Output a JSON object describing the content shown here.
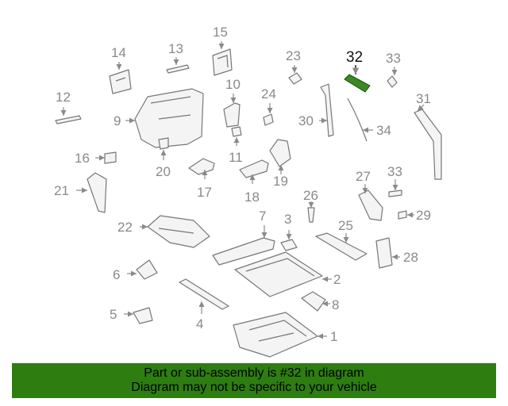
{
  "callouts": {
    "c1": "1",
    "c2": "2",
    "c3": "3",
    "c4": "4",
    "c5": "5",
    "c6": "6",
    "c7": "7",
    "c8": "8",
    "c9": "9",
    "c10": "10",
    "c11": "11",
    "c12": "12",
    "c13": "13",
    "c14": "14",
    "c15": "15",
    "c16": "16",
    "c17": "17",
    "c18": "18",
    "c19": "19",
    "c20": "20",
    "c21": "21",
    "c22": "22",
    "c23": "23",
    "c24": "24",
    "c25": "25",
    "c26": "26",
    "c27": "27",
    "c28": "28",
    "c29": "29",
    "c30": "30",
    "c31": "31",
    "c32": "32",
    "c33a": "33",
    "c33b": "33",
    "c34": "34"
  },
  "highlight": {
    "part_number": "32",
    "color": "#3a8a1f"
  },
  "banner": {
    "line1": "Part or sub-assembly is #32 in diagram",
    "line2": "Diagram may not be specific to your vehicle",
    "background": "#2e7d11"
  }
}
